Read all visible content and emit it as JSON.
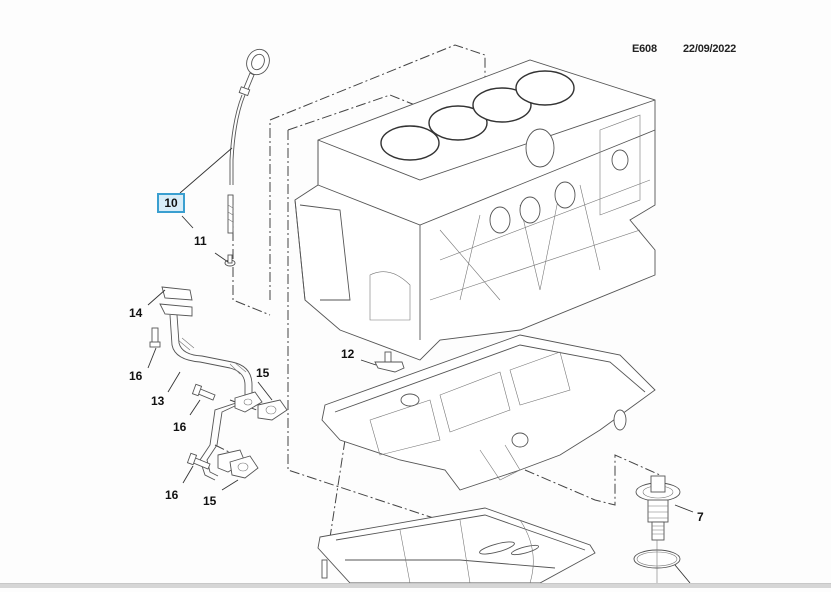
{
  "header": {
    "diagram_code": "E608",
    "date": "22/09/2022"
  },
  "selection_color": "#3a9fd0",
  "callouts": [
    {
      "id": "10",
      "label": "10",
      "selected": true
    },
    {
      "id": "11",
      "label": "11",
      "selected": false
    },
    {
      "id": "14",
      "label": "14",
      "selected": false
    },
    {
      "id": "16a",
      "label": "16",
      "selected": false
    },
    {
      "id": "13",
      "label": "13",
      "selected": false
    },
    {
      "id": "15a",
      "label": "15",
      "selected": false
    },
    {
      "id": "16b",
      "label": "16",
      "selected": false
    },
    {
      "id": "16c",
      "label": "16",
      "selected": false
    },
    {
      "id": "15b",
      "label": "15",
      "selected": false
    },
    {
      "id": "12",
      "label": "12",
      "selected": false
    },
    {
      "id": "7",
      "label": "7",
      "selected": false
    }
  ],
  "parts": {
    "engine_block": "engine-block",
    "oil_dipstick": "oil-dipstick",
    "dipstick_tube": "dipstick-tube",
    "oil_return_pipe": "oil-return-pipe",
    "lower_crankcase": "lower-crankcase",
    "oil_pan": "oil-pan",
    "oil_filter_adapter": "oil-filter-adapter",
    "sealing_ring": "sealing-ring",
    "sensor": "sensor"
  }
}
